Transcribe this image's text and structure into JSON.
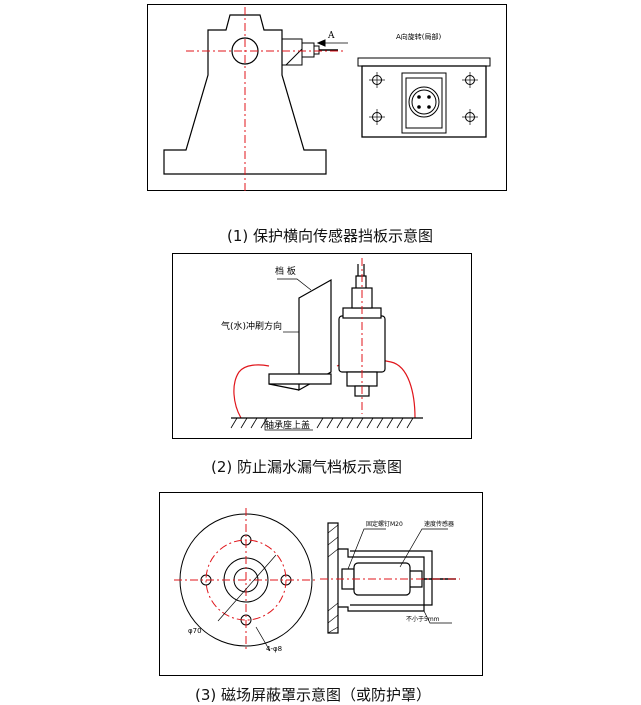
{
  "panel1": {
    "caption": "(1) 保护横向传感器挡板示意图",
    "label_a": "A",
    "view_title": "A向旋转(局部)"
  },
  "panel2": {
    "caption": "(2) 防止漏水漏气档板示意图",
    "label_baffle": "档 板",
    "label_flow": "气(水)冲刷方向",
    "label_cover": "轴承座上盖"
  },
  "panel3": {
    "caption": "(3) 磁场屏蔽罩示意图（或防护罩）",
    "label_bolt": "固定螺钉M20",
    "label_sensor": "速度传感器",
    "label_min": "不小于5mm",
    "label_dia": "φ70",
    "label_hole": "4-φ8"
  },
  "colors": {
    "centerline": "#e0151b",
    "line": "#000000"
  }
}
